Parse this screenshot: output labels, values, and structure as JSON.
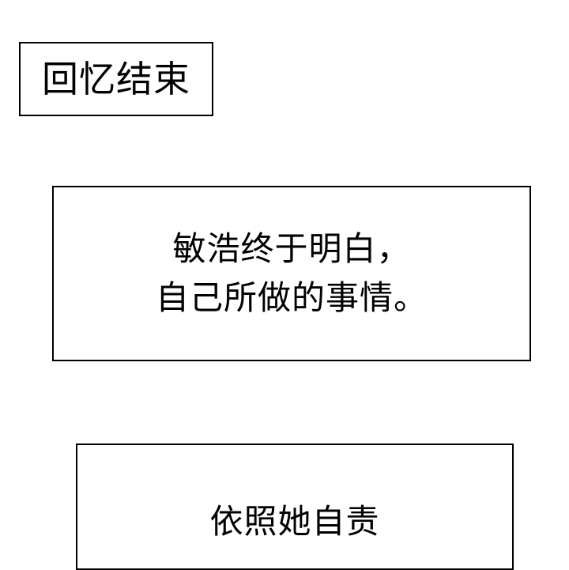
{
  "panels": [
    {
      "lines": [
        "回忆结束"
      ]
    },
    {
      "lines": [
        "敏浩终于明白，",
        "自己所做的事情。"
      ]
    },
    {
      "lines": [
        "依照她自责"
      ]
    }
  ]
}
